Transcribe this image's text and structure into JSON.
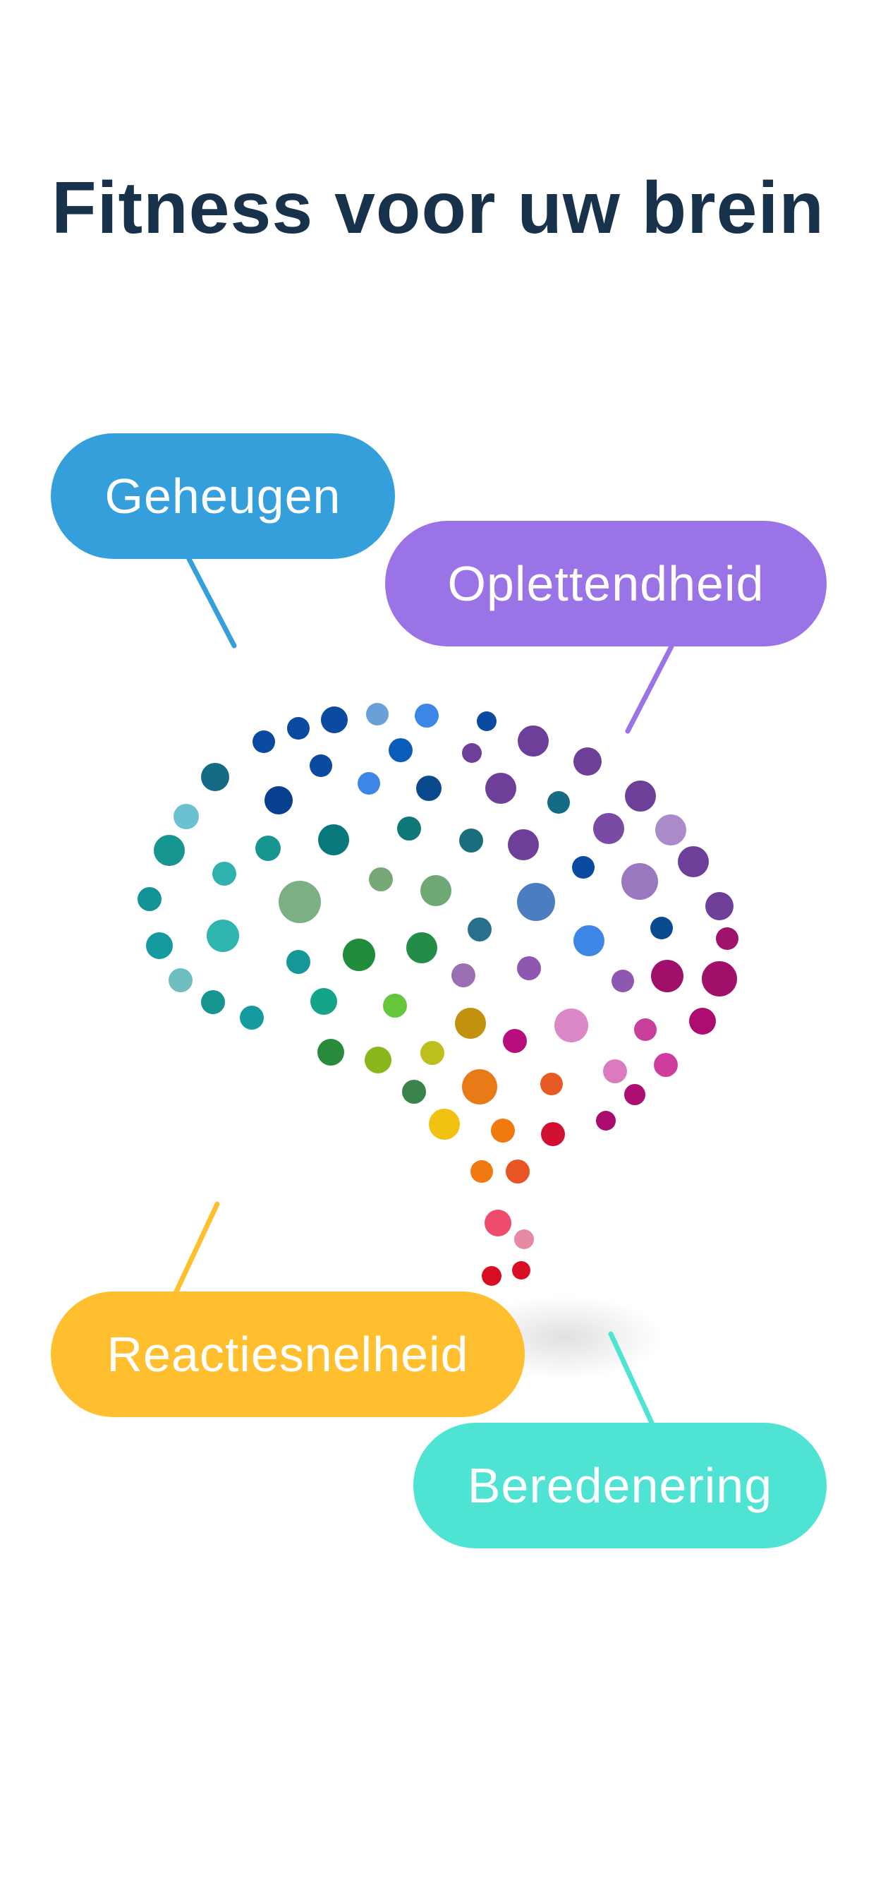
{
  "header": {
    "title": "Fitness voor uw brein"
  },
  "labels": [
    {
      "key": "geheugen",
      "text": "Geheugen",
      "color": "#349fdb"
    },
    {
      "key": "oplettendheid",
      "text": "Oplettendheid",
      "color": "#9a73e6"
    },
    {
      "key": "reactiesnelheid",
      "text": "Reactiesnelheid",
      "color": "#ffbf2e"
    },
    {
      "key": "beredenering",
      "text": "Beredenering",
      "color": "#4fe3d4"
    }
  ]
}
